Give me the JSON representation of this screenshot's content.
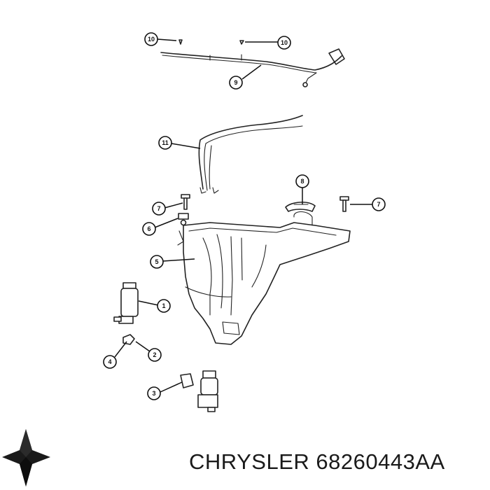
{
  "brand": {
    "name": "CHRYSLER",
    "part_number": "68260443AA",
    "logo": "chrysler-pentastar-logo"
  },
  "callouts": [
    {
      "id": "callout-10a",
      "label": "10"
    },
    {
      "id": "callout-10b",
      "label": "10"
    },
    {
      "id": "callout-9",
      "label": "9"
    },
    {
      "id": "callout-11",
      "label": "11"
    },
    {
      "id": "callout-8",
      "label": "8"
    },
    {
      "id": "callout-7a",
      "label": "7"
    },
    {
      "id": "callout-7b",
      "label": "7"
    },
    {
      "id": "callout-6",
      "label": "6"
    },
    {
      "id": "callout-5",
      "label": "5"
    },
    {
      "id": "callout-1",
      "label": "1"
    },
    {
      "id": "callout-2",
      "label": "2"
    },
    {
      "id": "callout-4",
      "label": "4"
    },
    {
      "id": "callout-3",
      "label": "3"
    }
  ]
}
